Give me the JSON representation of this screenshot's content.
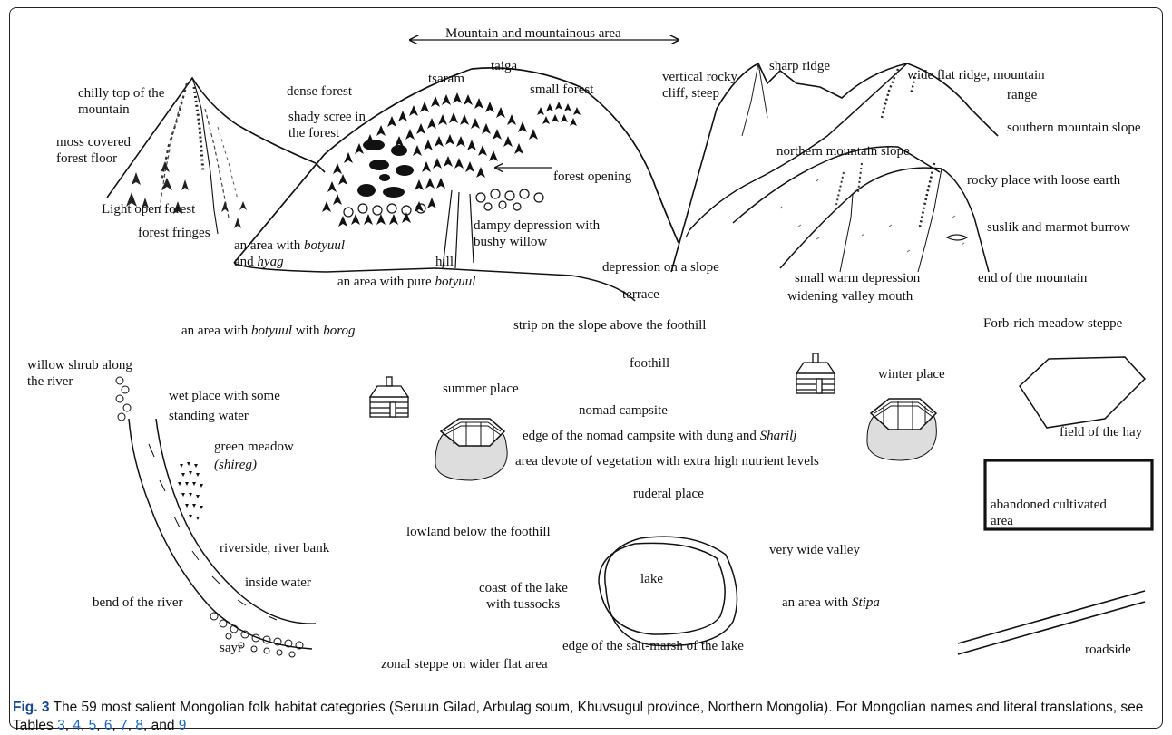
{
  "labels": {
    "mountain_area": "Mountain and mountainous area",
    "taiga": "taiga",
    "tsaram": "tsaram",
    "dense_forest": "dense forest",
    "small_forest": "small forest",
    "chilly_top_1": "chilly top of the",
    "chilly_top_2": "mountain",
    "moss_1": "moss covered",
    "moss_2": "forest floor",
    "shady_scree_1": "shady scree in",
    "shady_scree_2": "the forest",
    "forest_opening": "forest opening",
    "light_open_forest": "Light open forest",
    "forest_fringes": "forest fringes",
    "botyuul_hyag_pre": "an area with",
    "botyuul_word": "botyuul",
    "and_word": "and",
    "hyag_word": "hyag",
    "hill": "hill",
    "dampy_1": "dampy depression with",
    "dampy_2": "bushy willow",
    "pure_botyuul_pre": "an area with pure",
    "depression_slope": "depression on a slope",
    "terrace": "terrace",
    "vertical_cliff_1": "vertical rocky",
    "vertical_cliff_2": "cliff, steep",
    "sharp_ridge": "sharp ridge",
    "wide_flat_1": "wide flat ridge, mountain",
    "wide_flat_2": "range",
    "southern_slope": "southern mountain slope",
    "northern_slope": "northern mountain slope",
    "rocky_loose": "rocky place with loose earth",
    "suslik": "suslik and marmot burrow",
    "small_warm": "small warm depression",
    "end_mountain": "end of the mountain",
    "widening_valley": "widening valley mouth",
    "botyuul_borog_pre": "an area with",
    "with_word": "with",
    "borog_word": "borog",
    "strip_slope": "strip on the slope above the foothill",
    "forb_meadow": "Forb-rich meadow steppe",
    "willow_1": "willow shrub along",
    "willow_2": "the river",
    "wet_place_1": "wet place with some",
    "wet_place_2": "standing water",
    "foothill": "foothill",
    "summer_place": "summer place",
    "winter_place": "winter place",
    "nomad_campsite": "nomad campsite",
    "edge_campsite_pre": "edge of the nomad campsite with dung and",
    "sharilj_word": "Sharilj",
    "field_hay": "field of the hay",
    "green_meadow_1": "green meadow",
    "green_meadow_2": "(shireg)",
    "area_devote": "area devote of vegetation with extra high nutrient levels",
    "ruderal": "ruderal place",
    "abandoned_1": "abandoned cultivated",
    "abandoned_2": "area",
    "lowland": "lowland below the foothill",
    "riverside": "riverside, river bank",
    "very_wide_valley": "very wide valley",
    "lake": "lake",
    "coast_lake_1": "coast of the lake",
    "coast_lake_2": "with tussocks",
    "inside_water": "inside water",
    "stipa_pre": "an area with",
    "stipa_word": "Stipa",
    "bend_river": "bend of the river",
    "sayr": "sayr",
    "salt_marsh": "edge of the salt-marsh of the lake",
    "roadside": "roadside",
    "zonal_steppe": "zonal steppe on wider flat area"
  },
  "caption": {
    "fig_label": "Fig. 3",
    "text_1": " The 59 most salient Mongolian folk habitat categories (Seruun Gilad, Arbulag soum, Khuvsugul province, Northern Mongolia). For Mongolian names and literal translations, see Tables ",
    "t3": "3",
    "sep1": ", ",
    "t4": "4",
    "sep2": ", ",
    "t5": "5",
    "sep3": ", ",
    "t6": "6",
    "sep4": ", ",
    "t7": "7",
    "sep5": ", ",
    "t8": "8",
    "sep6": ", and ",
    "t9": "9"
  }
}
